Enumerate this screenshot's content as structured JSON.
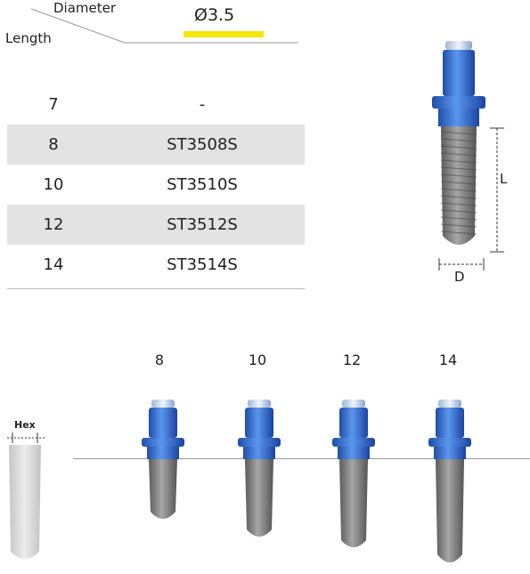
{
  "header": {
    "diameter_label": "Diameter",
    "length_label": "Length",
    "diameter_value": "Ø3.5",
    "highlight_color": "#f6e60a"
  },
  "table": {
    "rows": [
      {
        "length": "7",
        "code": "-"
      },
      {
        "length": "8",
        "code": "ST3508S"
      },
      {
        "length": "10",
        "code": "ST3510S"
      },
      {
        "length": "12",
        "code": "ST3512S"
      },
      {
        "length": "14",
        "code": "ST3514S"
      }
    ]
  },
  "diagram": {
    "length_marker": "L",
    "diameter_marker": "D",
    "hex_label": "Hex"
  },
  "sizes": [
    "8",
    "10",
    "12",
    "14"
  ],
  "colors": {
    "mount_blue": "#2f6fd6",
    "implant_gray": "#7d7d7d",
    "row_shade": "#e3e3e3"
  }
}
